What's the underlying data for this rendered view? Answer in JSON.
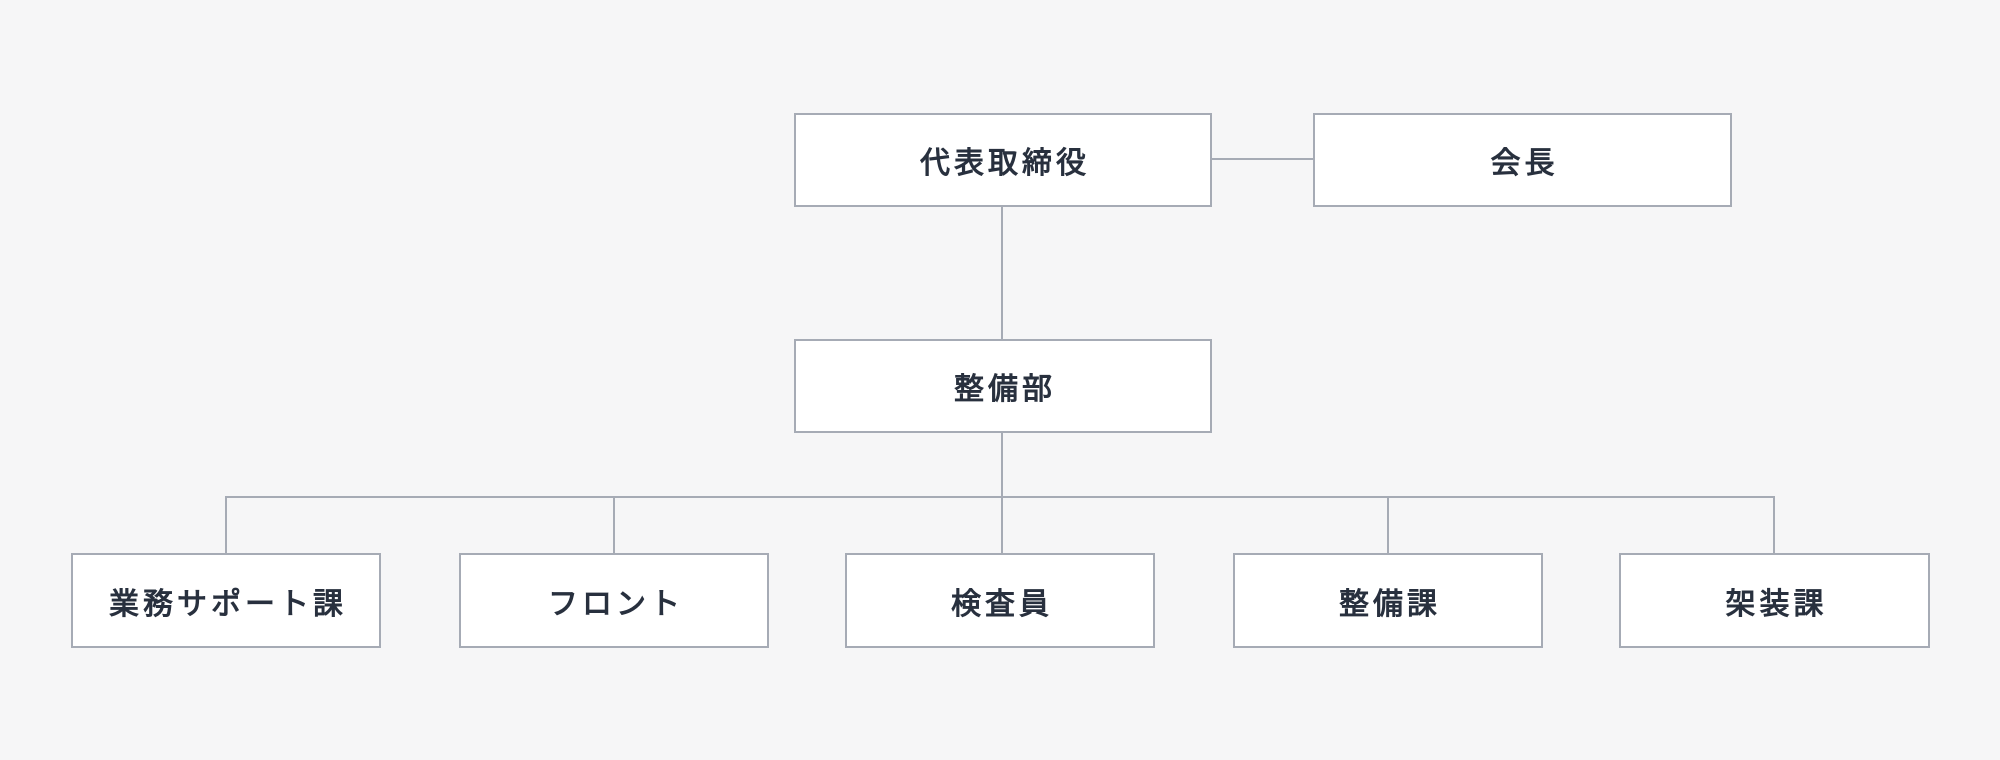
{
  "page": {
    "background_color": "#f6f6f7",
    "node_fill_color": "#ffffff",
    "node_border_color": "#a6abb5",
    "node_text_color": "#28303e",
    "connector_color": "#a6abb5"
  },
  "org_chart": {
    "nodes": [
      {
        "id": "ceo",
        "label": "代表取締役"
      },
      {
        "id": "chairman",
        "label": "会長"
      },
      {
        "id": "maintenance-dept",
        "label": "整備部"
      },
      {
        "id": "business-support-section",
        "label": "業務サポート課"
      },
      {
        "id": "front",
        "label": "フロント"
      },
      {
        "id": "inspector",
        "label": "検査員"
      },
      {
        "id": "maintenance-section",
        "label": "整備課"
      },
      {
        "id": "body-mounting-section",
        "label": "架装課"
      }
    ],
    "edges": [
      {
        "from": "代表取締役",
        "to": "会長",
        "style": "lateral"
      },
      {
        "from": "代表取締役",
        "to": "整備部",
        "style": "vertical"
      },
      {
        "from": "整備部",
        "to": "業務サポート課",
        "style": "branch"
      },
      {
        "from": "整備部",
        "to": "フロント",
        "style": "branch"
      },
      {
        "from": "整備部",
        "to": "検査員",
        "style": "branch"
      },
      {
        "from": "整備部",
        "to": "整備課",
        "style": "branch"
      },
      {
        "from": "整備部",
        "to": "架装課",
        "style": "branch"
      }
    ]
  }
}
